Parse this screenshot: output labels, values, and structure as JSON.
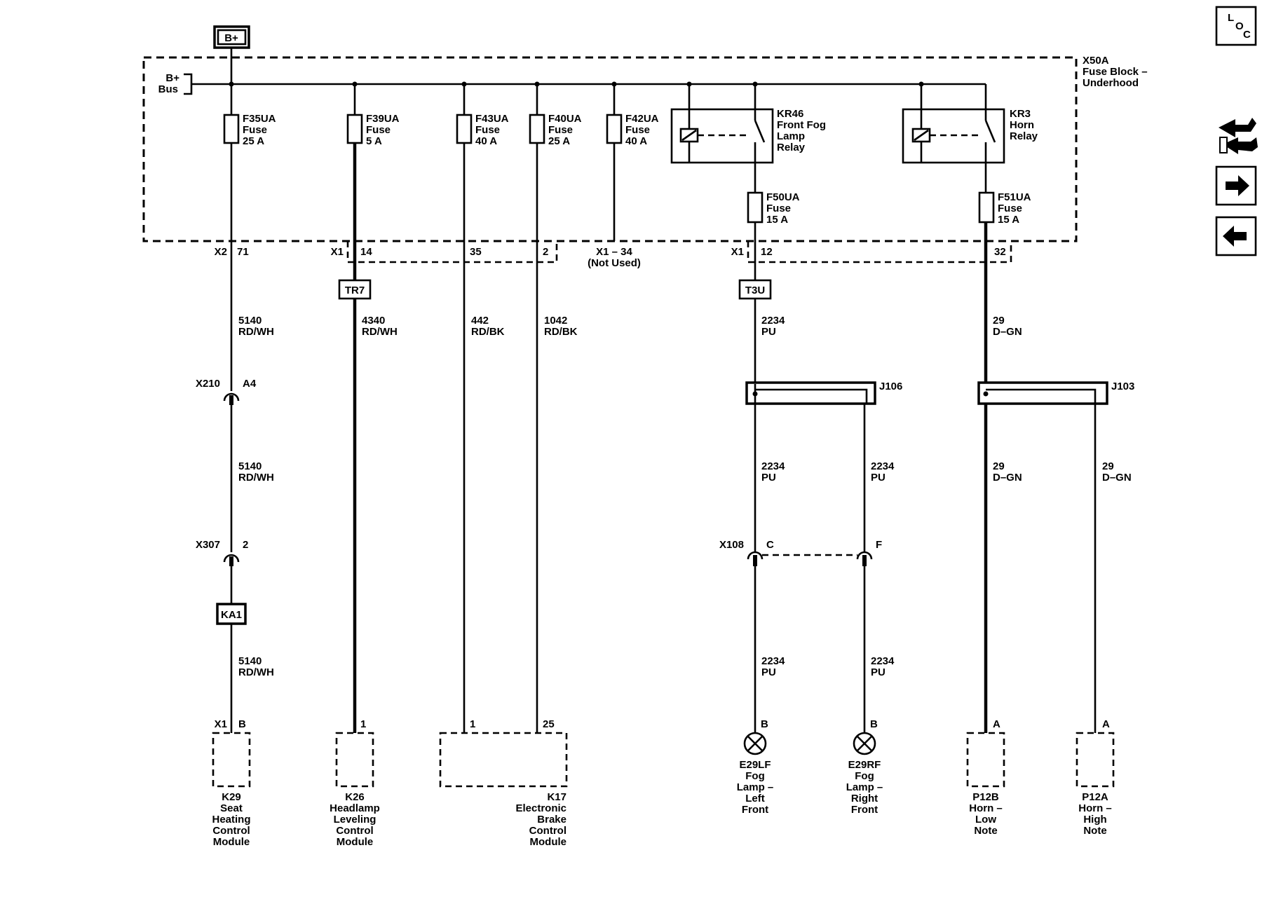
{
  "power": {
    "source": "B+",
    "bus_line1": "B+",
    "bus_line2": "Bus"
  },
  "fuse_block": {
    "line1": "X50A",
    "line2": "Fuse Block –",
    "line3": "Underhood"
  },
  "fuses": [
    {
      "name": "F35UA",
      "type": "Fuse",
      "rating": "25 A"
    },
    {
      "name": "F39UA",
      "type": "Fuse",
      "rating": "5 A"
    },
    {
      "name": "F43UA",
      "type": "Fuse",
      "rating": "40 A"
    },
    {
      "name": "F40UA",
      "type": "Fuse",
      "rating": "25 A"
    },
    {
      "name": "F42UA",
      "type": "Fuse",
      "rating": "40 A"
    },
    {
      "name": "F50UA",
      "type": "Fuse",
      "rating": "15 A"
    },
    {
      "name": "F51UA",
      "type": "Fuse",
      "rating": "15 A"
    }
  ],
  "relays": [
    {
      "lines": [
        "KR46",
        "Front Fog",
        "Lamp",
        "Relay"
      ]
    },
    {
      "lines": [
        "KR3",
        "Horn",
        "Relay"
      ]
    }
  ],
  "connectors": {
    "x2": "X2",
    "x2_pin": "71",
    "x1a": "X1",
    "x1a_pins": [
      "14",
      "35",
      "2"
    ],
    "x1_34": "X1 – 34",
    "not_used": "(Not Used)",
    "x1b": "X1",
    "x1b_pins": [
      "12",
      "32"
    ],
    "x210": "X210",
    "x210_pin": "A4",
    "x307": "X307",
    "x307_pin": "2",
    "x108": "X108",
    "x108_pins": [
      "C",
      "F"
    ]
  },
  "inline": {
    "tr7": "TR7",
    "t3u": "T3U",
    "ka1": "KA1"
  },
  "splices": {
    "j106": "J106",
    "j103": "J103"
  },
  "wires": {
    "w5140a": [
      "5140",
      "RD/WH"
    ],
    "w5140b": [
      "5140",
      "RD/WH"
    ],
    "w5140c": [
      "5140",
      "RD/WH"
    ],
    "w4340": [
      "4340",
      "RD/WH"
    ],
    "w442": [
      "442",
      "RD/BK"
    ],
    "w1042": [
      "1042",
      "RD/BK"
    ],
    "w2234a": [
      "2234",
      "PU"
    ],
    "w2234b": [
      "2234",
      "PU"
    ],
    "w2234c": [
      "2234",
      "PU"
    ],
    "w2234d": [
      "2234",
      "PU"
    ],
    "w2234e": [
      "2234",
      "PU"
    ],
    "w29a": [
      "29",
      "D–GN"
    ],
    "w29b": [
      "29",
      "D–GN"
    ],
    "w29c": [
      "29",
      "D–GN"
    ]
  },
  "components": {
    "k29": {
      "conn": "X1",
      "pin": "B",
      "lines": [
        "K29",
        "Seat",
        "Heating",
        "Control",
        "Module"
      ]
    },
    "k26": {
      "pin": "1",
      "lines": [
        "K26",
        "Headlamp",
        "Leveling",
        "Control",
        "Module"
      ]
    },
    "k17": {
      "pins": [
        "1",
        "25"
      ],
      "lines": [
        "K17",
        "Electronic",
        "Brake",
        "Control",
        "Module"
      ]
    },
    "e29lf": {
      "pin": "B",
      "lines": [
        "E29LF",
        "Fog",
        "Lamp –",
        "Left",
        "Front"
      ]
    },
    "e29rf": {
      "pin": "B",
      "lines": [
        "E29RF",
        "Fog",
        "Lamp –",
        "Right",
        "Front"
      ]
    },
    "p12b": {
      "pin": "A",
      "lines": [
        "P12B",
        "Horn –",
        "Low",
        "Note"
      ]
    },
    "p12a": {
      "pin": "A",
      "lines": [
        "P12A",
        "Horn –",
        "High",
        "Note"
      ]
    }
  },
  "nav": {
    "loc_l": "L",
    "loc_o": "O",
    "loc_c": "C"
  }
}
